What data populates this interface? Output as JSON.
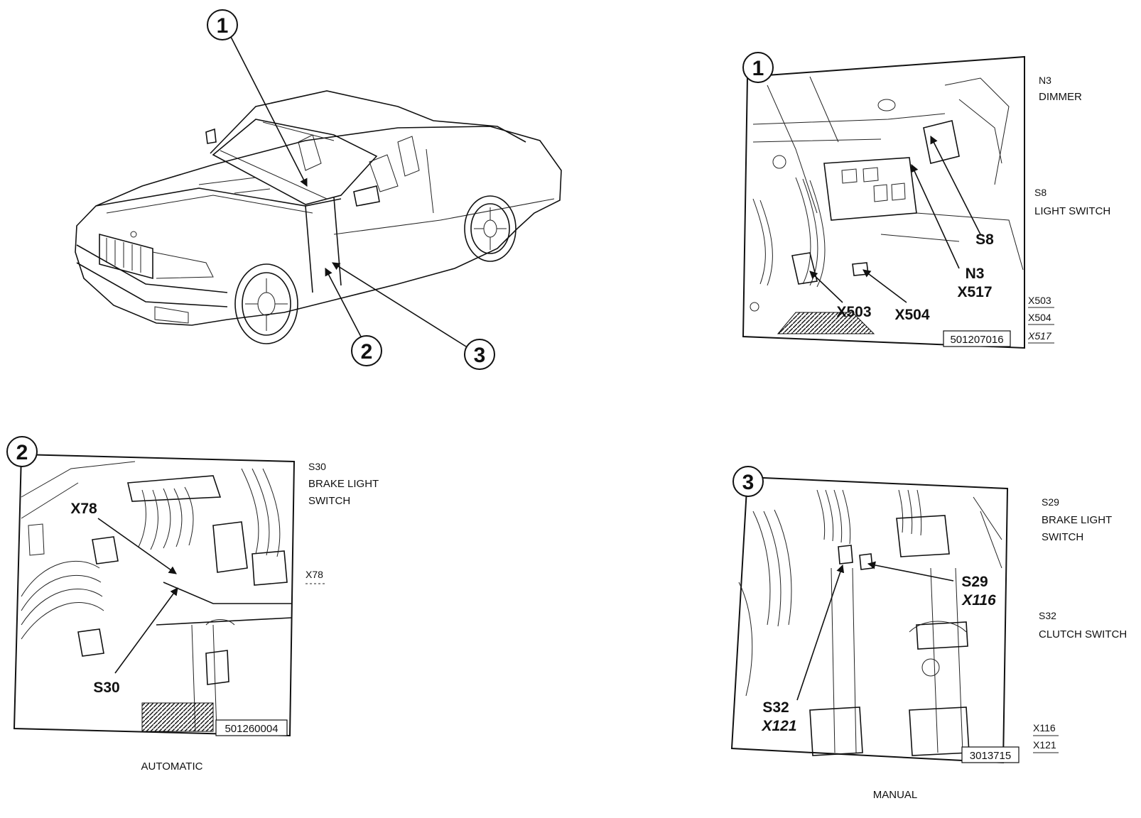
{
  "overview": {
    "callouts": [
      "1",
      "2",
      "3"
    ]
  },
  "panel1": {
    "number": "1",
    "labels": {
      "s8": "S8",
      "n3_x517_a": "N3",
      "n3_x517_b": "X517",
      "x503": "X503",
      "x504": "X504"
    },
    "figure_code": "501207016",
    "legend": [
      {
        "code": "N3",
        "text": "DIMMER"
      },
      {
        "code": "S8",
        "text": "LIGHT SWITCH"
      }
    ],
    "connectors": [
      "X503",
      "X504",
      "X517"
    ]
  },
  "panel2": {
    "number": "2",
    "labels": {
      "x78": "X78",
      "s30": "S30"
    },
    "figure_code": "501260004",
    "legend": [
      {
        "code": "S30",
        "text_a": "BRAKE LIGHT",
        "text_b": "SWITCH"
      }
    ],
    "connectors": [
      "X78"
    ],
    "caption": "AUTOMATIC"
  },
  "panel3": {
    "number": "3",
    "labels": {
      "s29": "S29",
      "x116": "X116",
      "s32": "S32",
      "x121": "X121"
    },
    "figure_code": "3013715",
    "legend": [
      {
        "code": "S29",
        "text_a": "BRAKE LIGHT",
        "text_b": "SWITCH"
      },
      {
        "code": "S32",
        "text_a": "CLUTCH SWITCH",
        "text_b": ""
      }
    ],
    "connectors": [
      "X116",
      "X121"
    ],
    "caption": "MANUAL"
  }
}
